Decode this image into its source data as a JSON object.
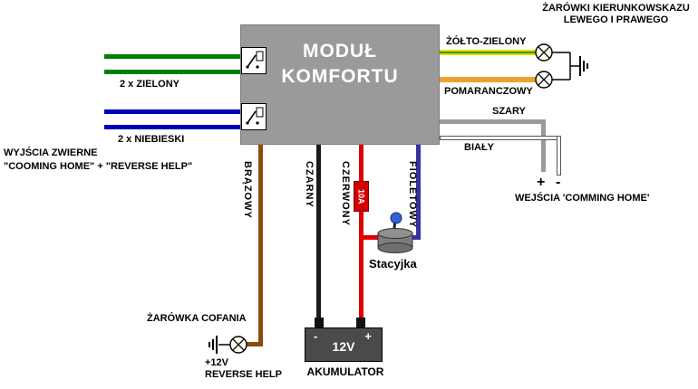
{
  "module": {
    "title_line1": "MODUŁ",
    "title_line2": "KOMFORTU"
  },
  "left_side": {
    "green_wires_label": "2 x ZIELONY",
    "blue_wires_label": "2 x NIEBIESKI",
    "outputs_title": "WYJŚCIA ZWIERNE",
    "outputs_subtitle": "\"COOMING HOME\" + \"REVERSE HELP\""
  },
  "turn_signals": {
    "title_line1": "ŻARÓWKI KIERUNKOWSKAZU",
    "title_line2": "LEWEGO I PRAWEGO",
    "yellow_green_label": "ŻÓŁTO-ZIELONY",
    "orange_label": "POMARANCZOWY"
  },
  "coming_home_inputs": {
    "gray_label": "SZARY",
    "white_label": "BIAŁY",
    "plus": "+",
    "minus": "-",
    "label": "WEJŚCIA 'COMMING HOME'"
  },
  "bottom_wires": {
    "brown_label": "BRĄZOWY",
    "black_label": "CZARNY",
    "red_label": "CZERWONY",
    "violet_label": "FIOLETOWY",
    "fuse_label": "10A"
  },
  "ignition": {
    "label": "Stacyjka"
  },
  "battery": {
    "voltage": "12V",
    "label": "AKUMULATOR",
    "minus": "-",
    "plus": "+"
  },
  "reversing_lamp": {
    "title": "ŻARÓWKA COFANIA",
    "line1": "+12V",
    "line2": "REVERSE HELP"
  },
  "icons": {
    "relay": "switch-contact-in-box",
    "bulb": "circle-with-x-lamp",
    "ground": "decreasing-bars",
    "ignition": "cylinder-with-blue-lever"
  },
  "colors": {
    "module_fill": "#9a9a9a",
    "green": "#008000",
    "blue": "#0000bb",
    "yellow": "#e8d800",
    "yellow_green_stripe": "#2e9e00",
    "orange": "#f0a030",
    "gray": "#9a9a9a",
    "white_wire": "#ffffff",
    "brown": "#8a4b10",
    "black": "#1a1a1a",
    "red": "#dd0000",
    "violet": "#3a30a0"
  }
}
